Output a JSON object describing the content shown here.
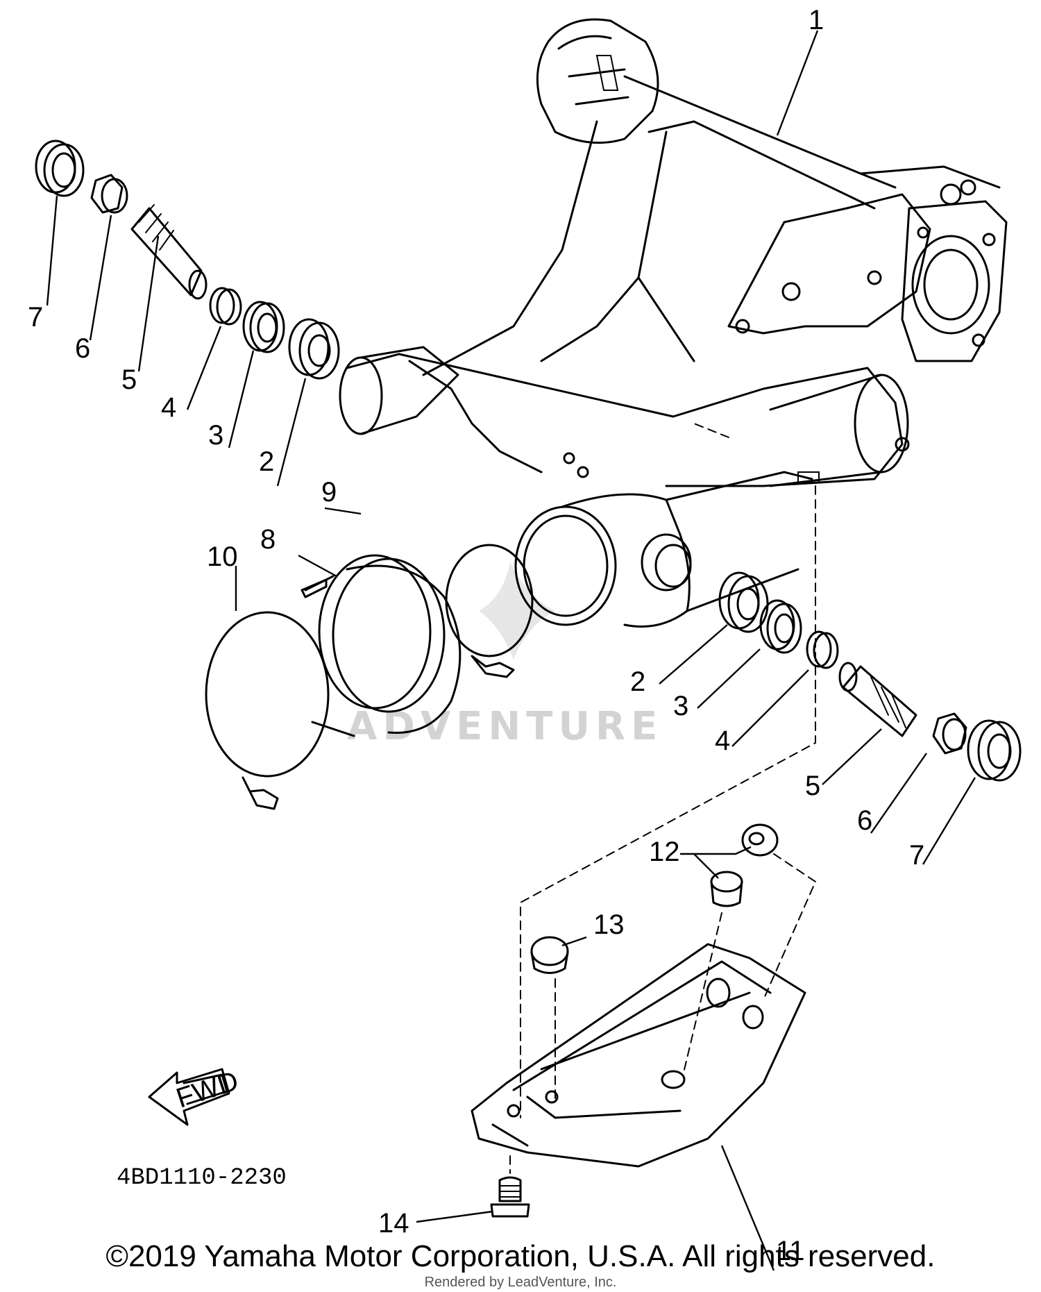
{
  "callouts": {
    "c1": "1",
    "c2": "2",
    "c3": "3",
    "c4": "4",
    "c5": "5",
    "c6": "6",
    "c7": "7",
    "c8": "8",
    "c9": "9",
    "c10": "10",
    "c11": "11",
    "c12": "12",
    "c13": "13",
    "c14": "14"
  },
  "fwd_label": "FWD",
  "diagram_code": "4BD1110-2230",
  "watermark": "ADVENTURE",
  "copyright": "©2019 Yamaha Motor Corporation, U.S.A. All rights reserved.",
  "renderer": "Rendered by LeadVenture, Inc."
}
